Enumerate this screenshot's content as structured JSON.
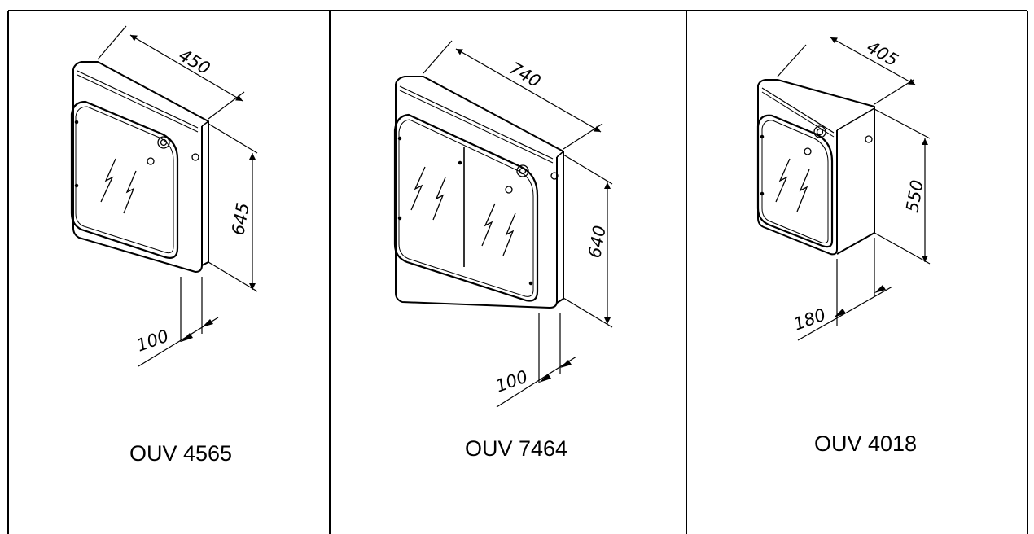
{
  "panels": [
    {
      "model": "OUV 4565",
      "dimensions": {
        "width": "450",
        "height": "645",
        "depth": "100"
      },
      "door_count": 1
    },
    {
      "model": "OUV 7464",
      "dimensions": {
        "width": "740",
        "height": "640",
        "depth": "100"
      },
      "door_count": 2
    },
    {
      "model": "OUV 4018",
      "dimensions": {
        "width": "405",
        "height": "550",
        "depth": "180"
      },
      "door_count": 1
    }
  ],
  "icons": [
    "lightning-bolt-icon",
    "door-lock-icon",
    "screw-icon",
    "dimension-arrow-icon"
  ]
}
